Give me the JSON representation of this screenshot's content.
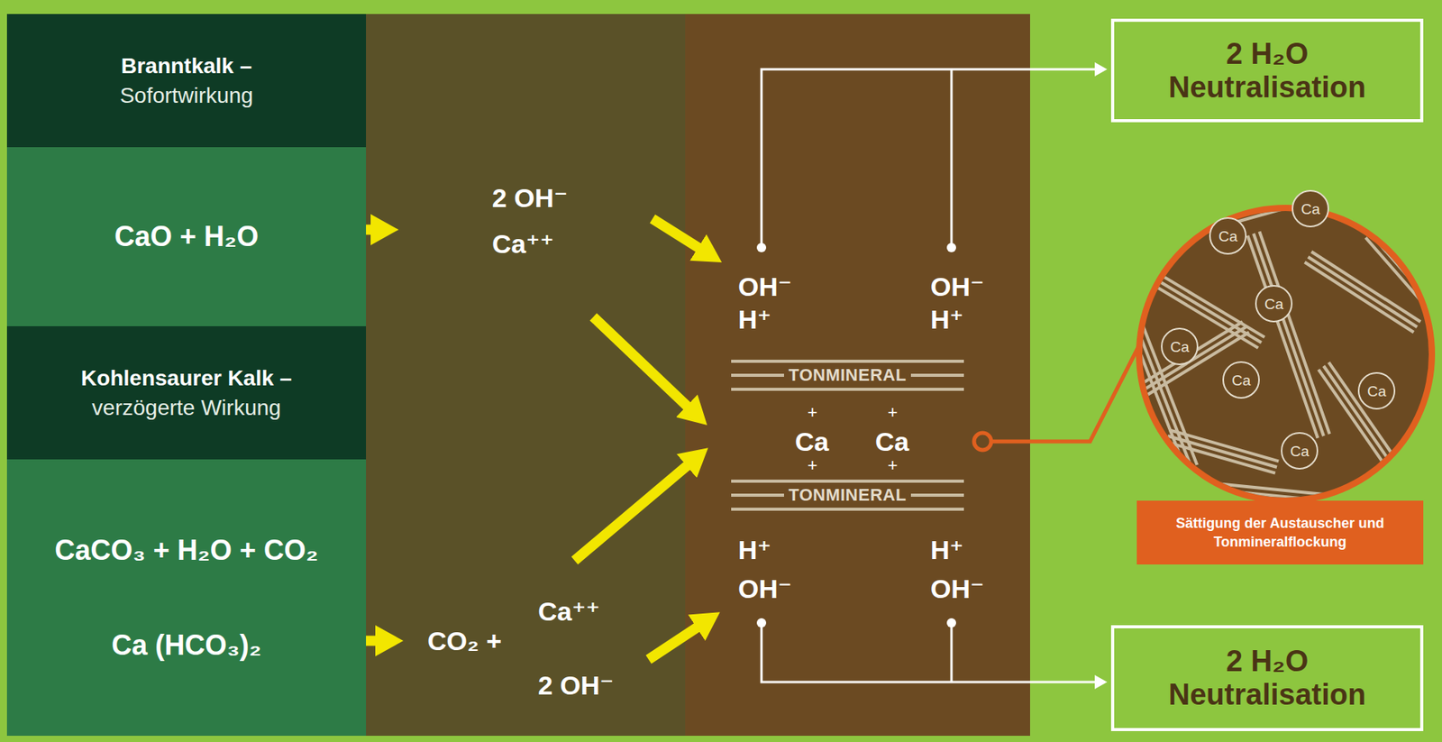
{
  "diagram": {
    "nodes": [
      {
        "text": [
          "Branntkalk –",
          "Sofortwirkung"
        ]
      },
      {
        "text": [
          "CaO + H₂O"
        ]
      },
      {
        "text": [
          "Kohlensaurer Kalk –",
          "verzögerte Wirkung"
        ]
      },
      {
        "text": [
          "CaCO₃ + H₂O + CO₂",
          "Ca (HCO₃)₂"
        ]
      },
      {
        "text": [
          "TONMINERAL"
        ]
      },
      {
        "text": [
          "TONMINERAL"
        ]
      },
      {
        "text": [
          "2 H₂O",
          "Neutralisation"
        ]
      },
      {
        "text": [
          "Sättigung der Austauscher und Tonmineralflockung"
        ]
      },
      {
        "text": [
          "2 H₂O",
          "Neutralisation"
        ]
      }
    ],
    "labels": [
      "2 OH⁻",
      "Ca⁺⁺",
      "OH⁻",
      "OH⁻",
      "H⁺",
      "H⁺",
      "+",
      "+",
      "Ca",
      "Ca",
      "+",
      "+",
      "H⁺",
      "H⁺",
      "OH⁻",
      "OH⁻",
      "CO₂ +",
      "Ca⁺⁺",
      "2 OH⁻",
      "Ca",
      "Ca",
      "Ca",
      "Ca",
      "Ca",
      "Ca",
      "Ca"
    ]
  }
}
